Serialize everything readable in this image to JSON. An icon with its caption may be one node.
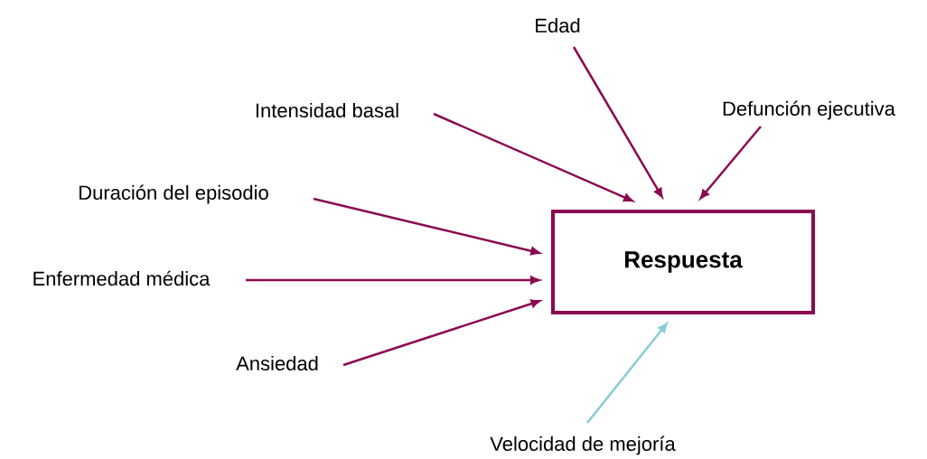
{
  "diagram": {
    "nodes": [
      {
        "text": [
          "Respuesta"
        ]
      },
      {
        "text": [
          "Edad"
        ]
      },
      {
        "text": [
          "Intensidad basal"
        ]
      },
      {
        "text": [
          "Defunción ejecutiva"
        ]
      },
      {
        "text": [
          "Duración del episodio"
        ]
      },
      {
        "text": [
          "Enfermedad médica"
        ]
      },
      {
        "text": [
          "Ansiedad"
        ]
      },
      {
        "text": [
          "Velocidad de mejoría"
        ]
      }
    ],
    "edges": [
      {
        "from": 1,
        "to": 0,
        "arrow": "to"
      },
      {
        "from": 2,
        "to": 0,
        "arrow": "to"
      },
      {
        "from": 3,
        "to": 0,
        "arrow": "to"
      },
      {
        "from": 4,
        "to": 0,
        "arrow": "to"
      },
      {
        "from": 5,
        "to": 0,
        "arrow": "to"
      },
      {
        "from": 6,
        "to": 0,
        "arrow": "to"
      },
      {
        "from": 7,
        "to": 0,
        "arrow": "to",
        "color": "#88cdd4"
      }
    ]
  }
}
